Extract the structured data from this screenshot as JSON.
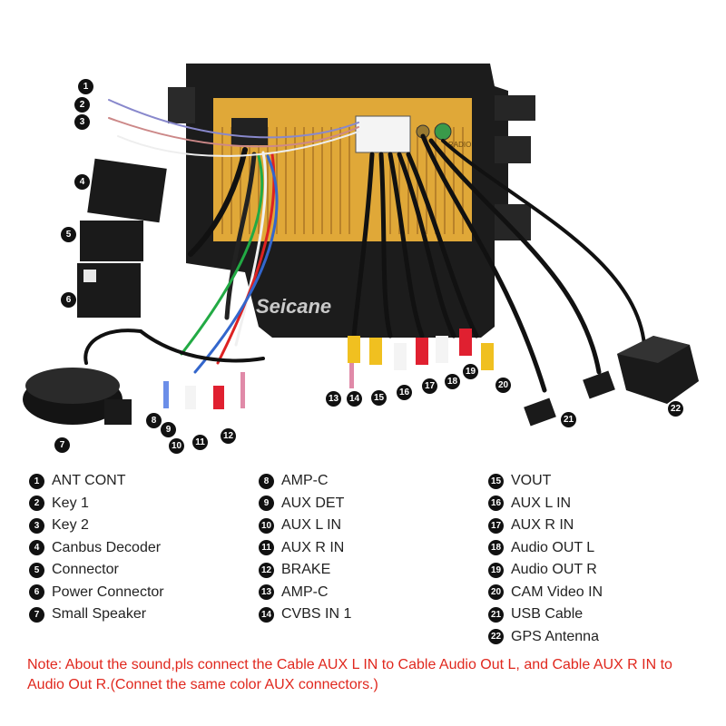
{
  "watermark": "Seicane",
  "callouts": [
    "1",
    "2",
    "3",
    "4",
    "5",
    "6",
    "7",
    "8",
    "9",
    "10",
    "11",
    "12",
    "13",
    "14",
    "15",
    "16",
    "17",
    "18",
    "19",
    "20",
    "21",
    "22"
  ],
  "legend": {
    "col1": [
      {
        "num": "1",
        "label": "ANT CONT"
      },
      {
        "num": "2",
        "label": "Key 1"
      },
      {
        "num": "3",
        "label": "Key 2"
      },
      {
        "num": "4",
        "label": "Canbus Decoder"
      },
      {
        "num": "5",
        "label": "Connector"
      },
      {
        "num": "6",
        "label": "Power Connector"
      },
      {
        "num": "7",
        "label": "Small Speaker"
      }
    ],
    "col2": [
      {
        "num": "8",
        "label": "AMP-C"
      },
      {
        "num": "9",
        "label": "AUX DET"
      },
      {
        "num": "10",
        "label": "AUX L IN"
      },
      {
        "num": "11",
        "label": "AUX R IN"
      },
      {
        "num": "12",
        "label": "BRAKE"
      },
      {
        "num": "13",
        "label": "AMP-C"
      },
      {
        "num": "14",
        "label": "CVBS IN 1"
      }
    ],
    "col3": [
      {
        "num": "15",
        "label": "VOUT"
      },
      {
        "num": "16",
        "label": "AUX L IN"
      },
      {
        "num": "17",
        "label": "AUX R IN"
      },
      {
        "num": "18",
        "label": "Audio OUT L"
      },
      {
        "num": "19",
        "label": "Audio OUT R"
      },
      {
        "num": "20",
        "label": "CAM Video IN"
      },
      {
        "num": "21",
        "label": "USB Cable"
      },
      {
        "num": "22",
        "label": "GPS Antenna"
      }
    ]
  },
  "note": "Note: About the sound,pls connect the Cable AUX L IN to Cable Audio Out L, and Cable AUX R IN to  Audio Out R.(Connet the same color AUX connectors.)",
  "colors": {
    "note": "#e0281e",
    "badge": "#111111",
    "chassis": "#e0a838",
    "frame": "#1c1c1c"
  }
}
